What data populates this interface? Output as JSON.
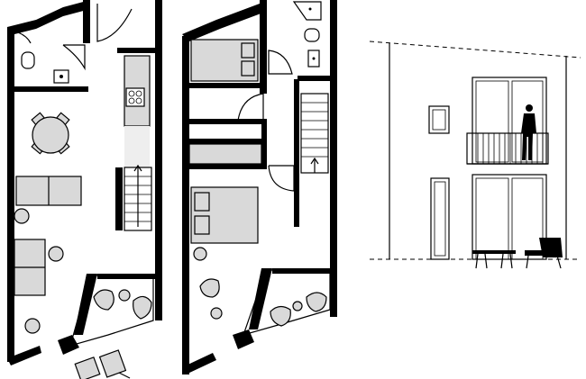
{
  "drawing": {
    "type": "architectural-plans-and-elevation",
    "panels": [
      "ground-floor-plan",
      "first-floor-plan",
      "rear-elevation"
    ],
    "colors": {
      "wall": "#000000",
      "furniture": "#d9d9d9",
      "background": "#ffffff"
    },
    "icons": [
      "toilet-icon",
      "sink-icon",
      "door-swing-icon",
      "hob-icon",
      "dining-table-icon",
      "sofa-icon",
      "stool-icon",
      "bed-icon",
      "staircase-icon",
      "lounge-chair-icon",
      "window-icon",
      "balcony-railing-icon",
      "person-silhouette-icon",
      "garden-bench-icon",
      "garden-armchair-icon"
    ]
  }
}
